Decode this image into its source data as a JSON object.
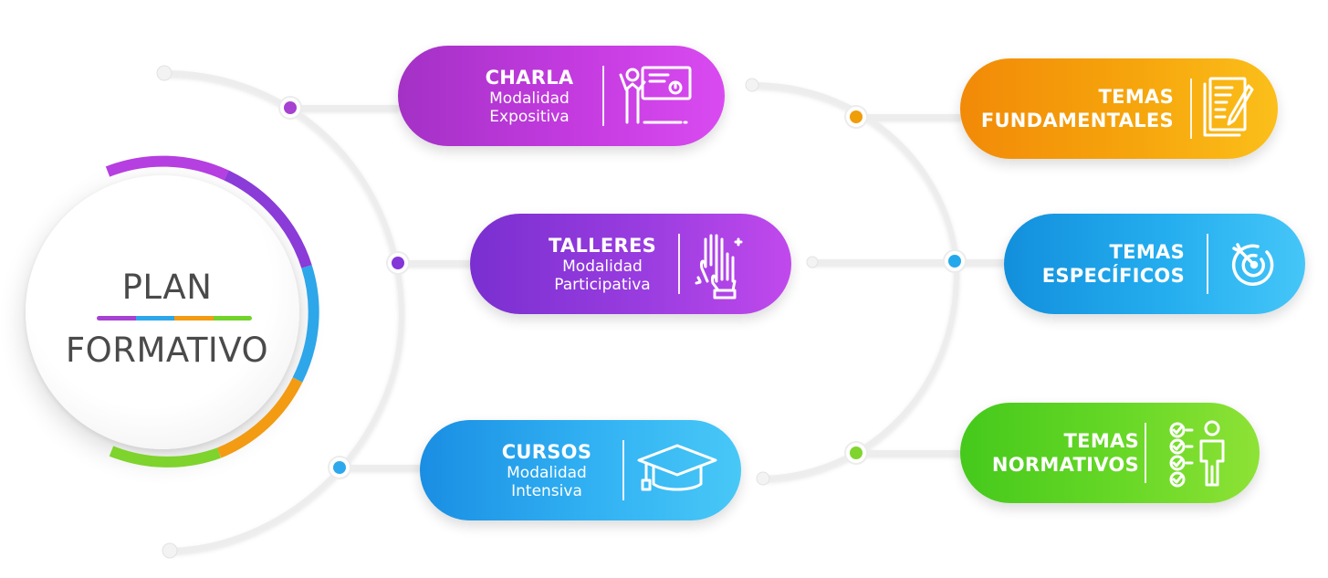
{
  "hub": {
    "title_line1": "PLAN",
    "title_line2": "FORMATIVO",
    "divider_colors": [
      "#a641d2",
      "#2da6ea",
      "#f29b13",
      "#72d32a"
    ]
  },
  "modalities": [
    {
      "title": "CHARLA",
      "line1": "Modalidad",
      "line2": "Expositiva",
      "icon": "presentation-icon",
      "color": "#b936d8"
    },
    {
      "title": "TALLERES",
      "line1": "Modalidad",
      "line2": "Participativa",
      "icon": "raised-hands-icon",
      "color": "#8c39dc"
    },
    {
      "title": "CURSOS",
      "line1": "Modalidad",
      "line2": "Intensiva",
      "icon": "graduation-cap-icon",
      "color": "#2ea6ec"
    }
  ],
  "topics": [
    {
      "line1": "TEMAS",
      "line2": "FUNDAMENTALES",
      "icon": "document-pencil-icon",
      "color": "#f5a00d"
    },
    {
      "line1": "TEMAS",
      "line2": "ESPECÍFICOS",
      "icon": "target-icon",
      "color": "#24a9ee"
    },
    {
      "line1": "TEMAS",
      "line2": "NORMATIVOS",
      "icon": "checklist-person-icon",
      "color": "#5fd224"
    }
  ],
  "colors": {
    "connector": "#ececec",
    "connector_dot_white": "#f2f2f2"
  }
}
